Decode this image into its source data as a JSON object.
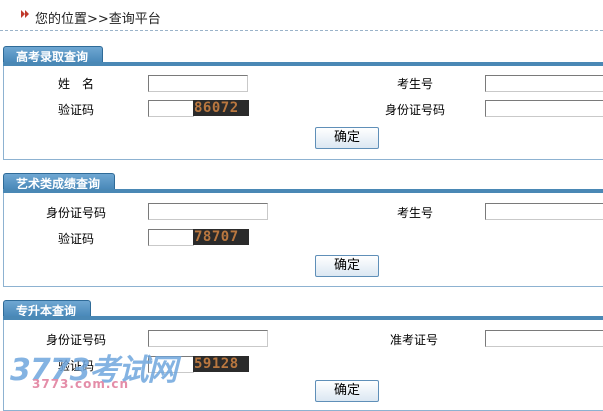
{
  "breadcrumb": {
    "text": "您的位置>>查询平台",
    "icon": "double-chevron-right-icon",
    "icon_color": "#c0392b"
  },
  "gaokao": {
    "title": "高考录取查询",
    "name_label": "姓　名",
    "name_value": "",
    "exam_no_label": "考生号",
    "exam_no_value": "",
    "captcha_label": "验证码",
    "captcha_value": "",
    "captcha_code": "86072",
    "id_label": "身份证号码",
    "id_value": "",
    "submit_label": "确定"
  },
  "art": {
    "title": "艺术类成绩查询",
    "id_label": "身份证号码",
    "id_value": "",
    "exam_no_label": "考生号",
    "exam_no_value": "",
    "captcha_label": "验证码",
    "captcha_value": "",
    "captcha_code": "78707",
    "submit_label": "确定"
  },
  "upgrade": {
    "title": "专升本查询",
    "id_label": "身份证号码",
    "id_value": "",
    "ticket_label": "准考证号",
    "ticket_value": "",
    "captcha_label": "验证码",
    "captcha_value": "",
    "captcha_code": "59128",
    "submit_label": "确定"
  },
  "watermark": {
    "main": "3773考试网",
    "sub": "3773.com.cn"
  },
  "colors": {
    "tab_blue": "#4a88b5",
    "border_blue": "#8db2d1",
    "captcha_bg": "#2b2b2b",
    "captcha_fg": "#b9773f"
  }
}
